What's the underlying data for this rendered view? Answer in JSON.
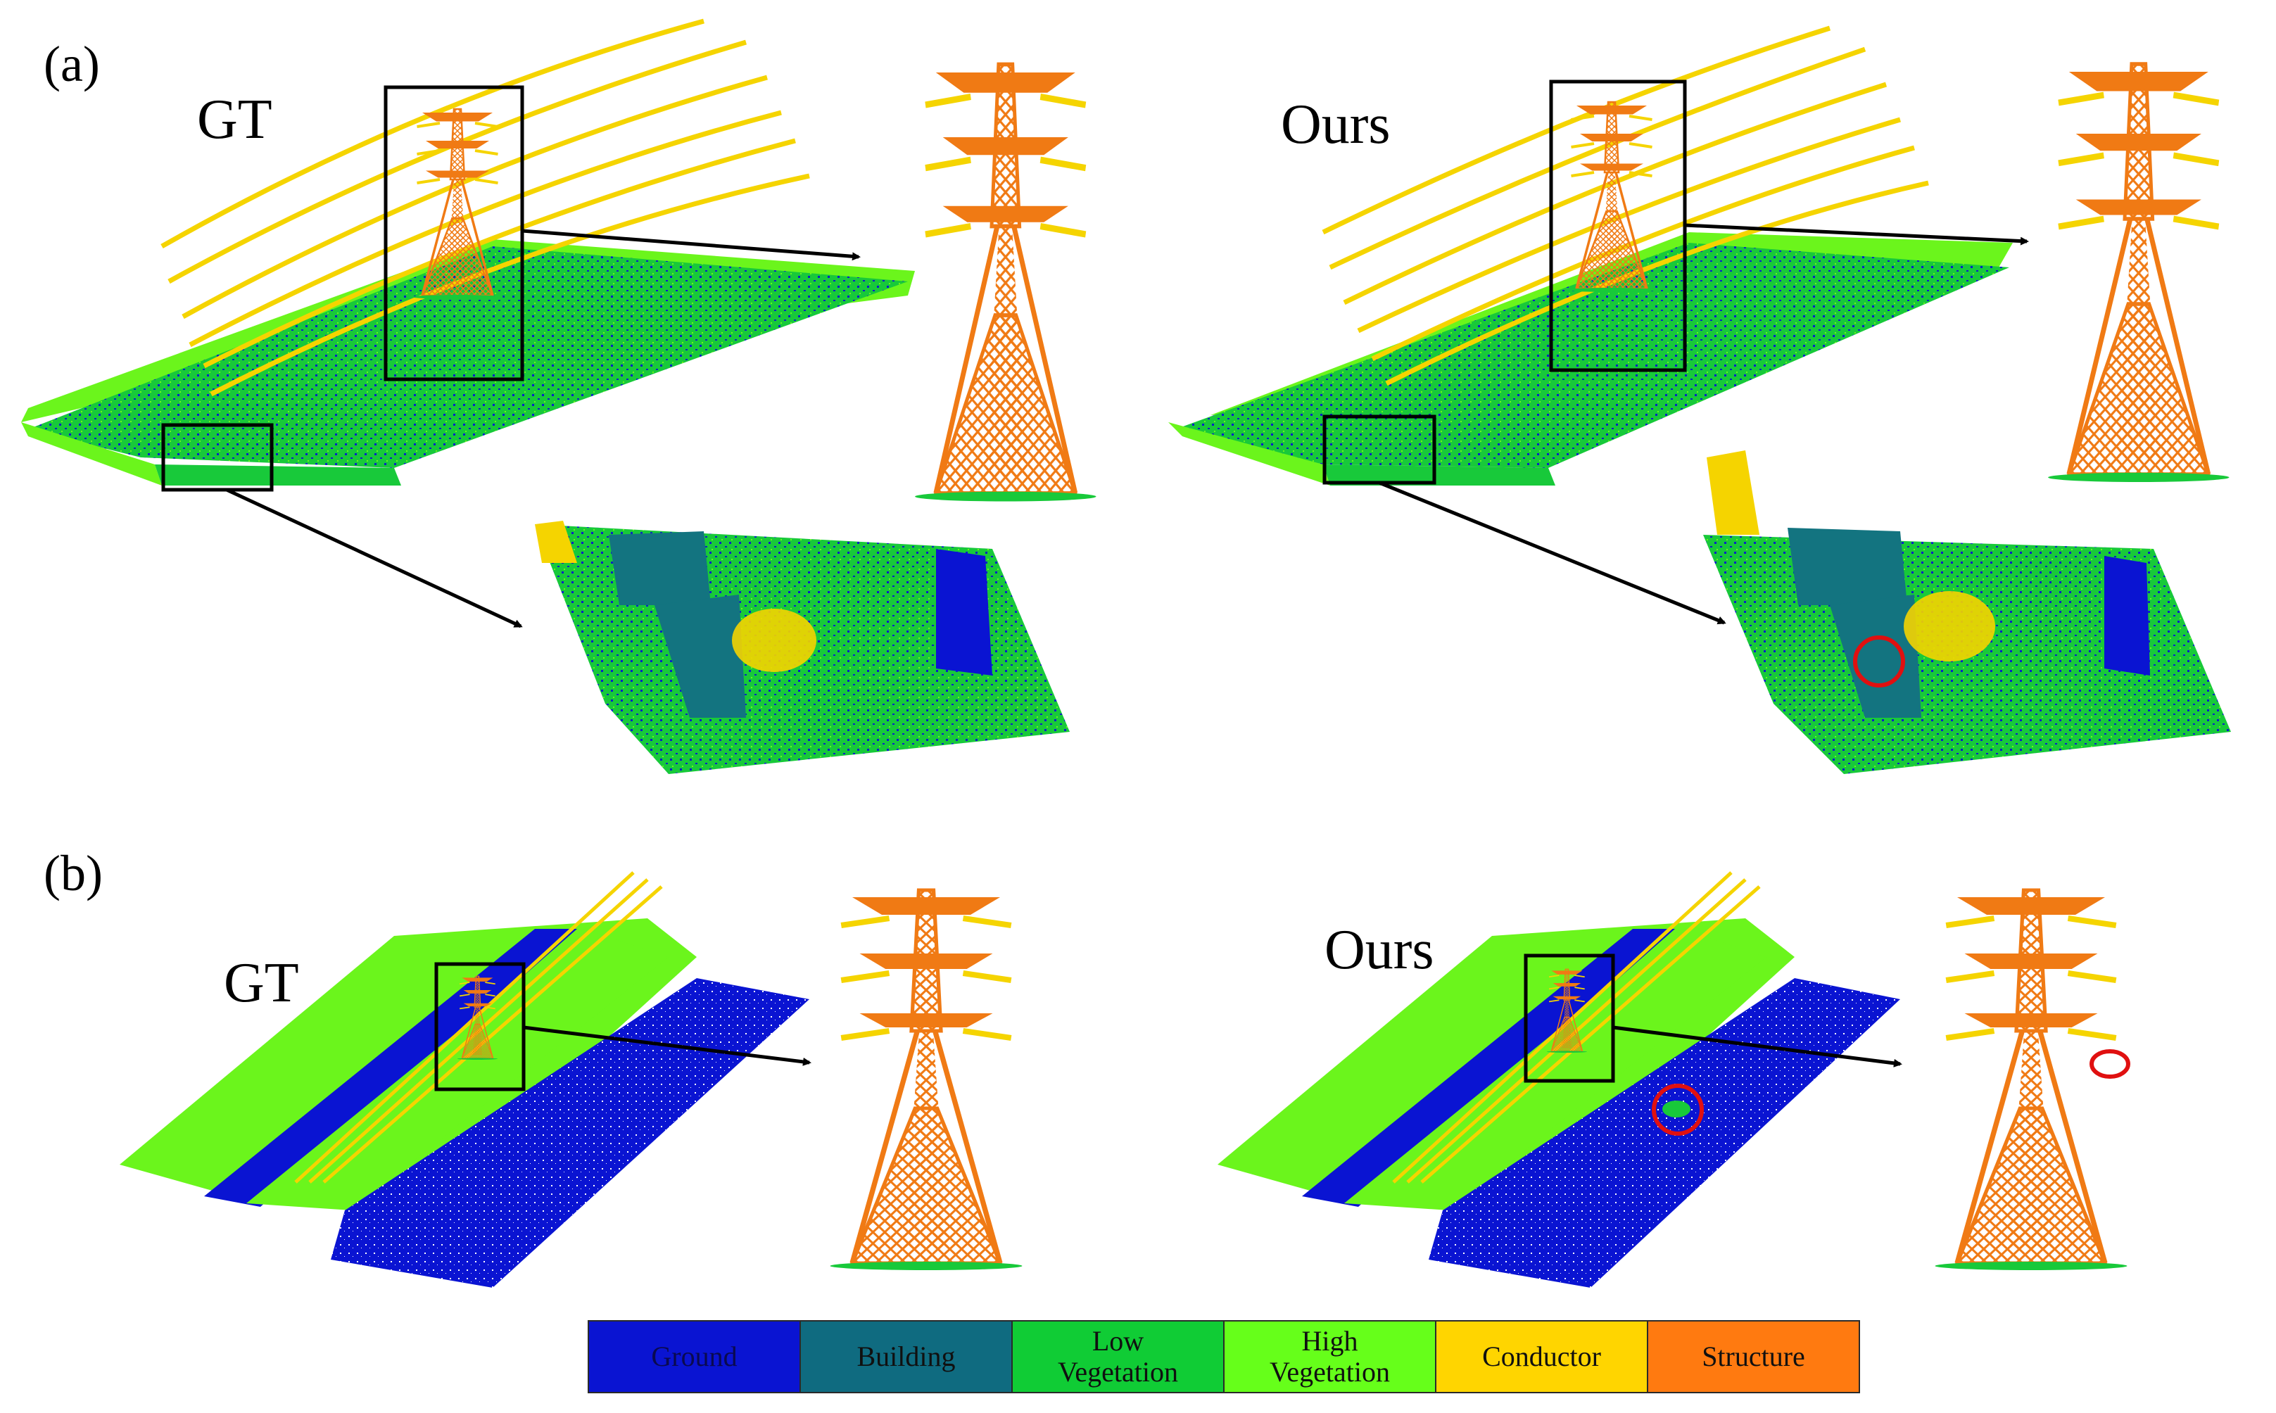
{
  "panels": [
    {
      "id": "a",
      "label": "(a)",
      "left_title": "GT",
      "right_title": "Ours"
    },
    {
      "id": "b",
      "label": "(b)",
      "left_title": "GT",
      "right_title": "Ours"
    }
  ],
  "legend": [
    {
      "label": "Ground",
      "color": "#0a14d2",
      "text_color": "#0a0a50"
    },
    {
      "label": "Building",
      "color": "#0f6b80",
      "text_color": "#101010"
    },
    {
      "label": "Low\nVegetation",
      "color": "#10cc35",
      "text_color": "#101010"
    },
    {
      "label": "High\nVegetation",
      "color": "#66ff1a",
      "text_color": "#101010"
    },
    {
      "label": "Conductor",
      "color": "#ffd500",
      "text_color": "#101010"
    },
    {
      "label": "Structure",
      "color": "#ff7a10",
      "text_color": "#101010"
    }
  ],
  "colors": {
    "structure": "#f07a14",
    "conductor": "#f5d400",
    "ground": "#0a14d2",
    "building": "#137480",
    "low_vegetation": "#12c935",
    "high_vegetation": "#6bf51c",
    "error_marker": "#e01010"
  }
}
